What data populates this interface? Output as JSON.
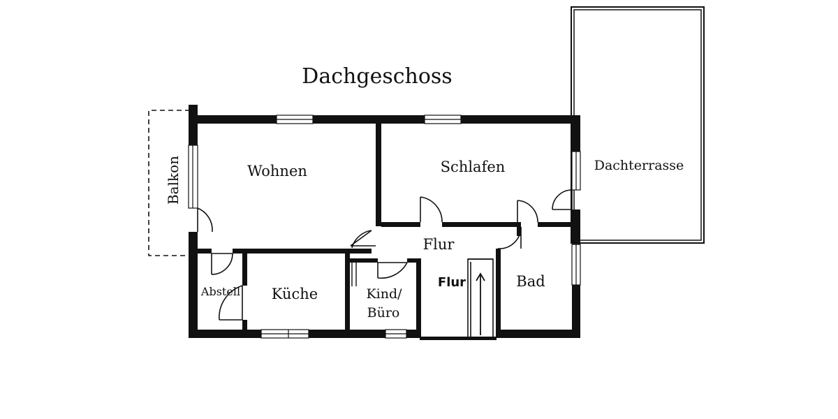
{
  "plan": {
    "title": "Dachgeschoss",
    "rooms": {
      "wohnen": "Wohnen",
      "schlafen": "Schlafen",
      "dachterrasse": "Dachterrasse",
      "balkon": "Balkon",
      "flur_main": "Flur",
      "flur_stair": "Flur",
      "abstell": "Abstell",
      "kueche": "Küche",
      "kind_line1": "Kind/",
      "kind_line2": "Büro",
      "bad": "Bad"
    },
    "colors": {
      "wall": "#111111",
      "background": "#ffffff"
    }
  }
}
